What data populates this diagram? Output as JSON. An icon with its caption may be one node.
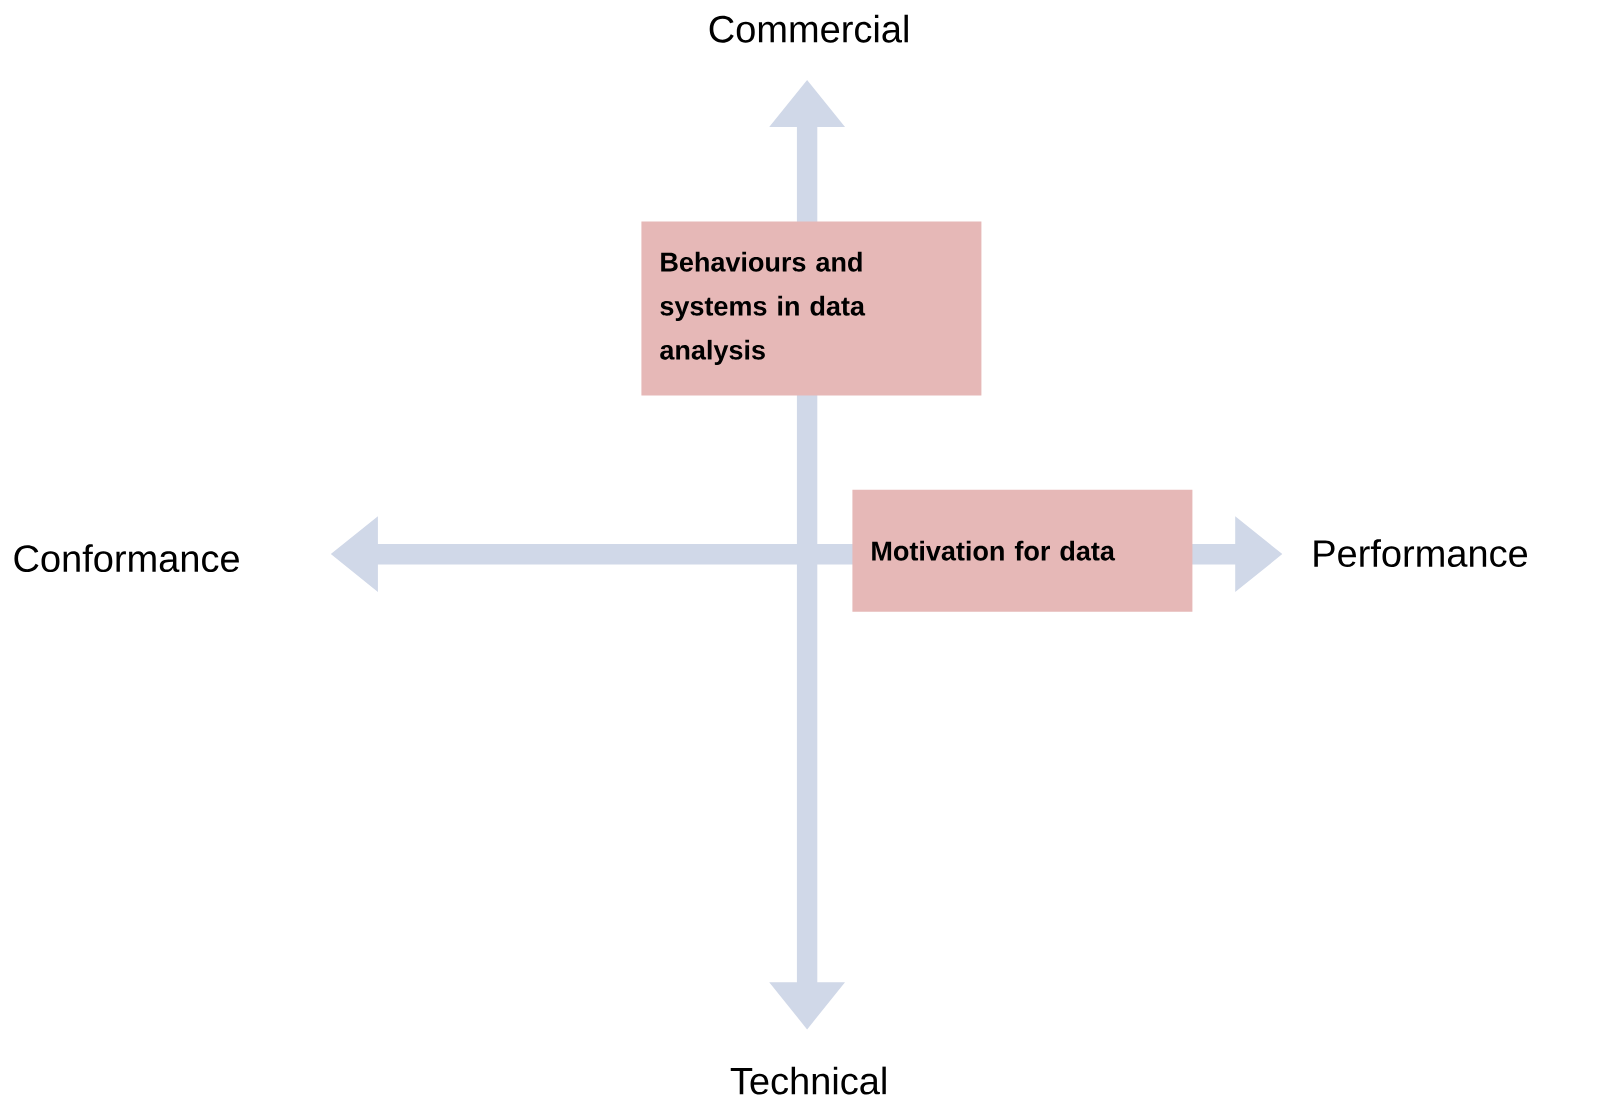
{
  "diagram": {
    "nodes": [
      {
        "text": [
          "Behaviours and systems in data analysis"
        ]
      },
      {
        "text": [
          "Motivation for data"
        ]
      }
    ],
    "labels": [
      "Commercial",
      "Conformance",
      "Performance",
      "Technical"
    ]
  }
}
